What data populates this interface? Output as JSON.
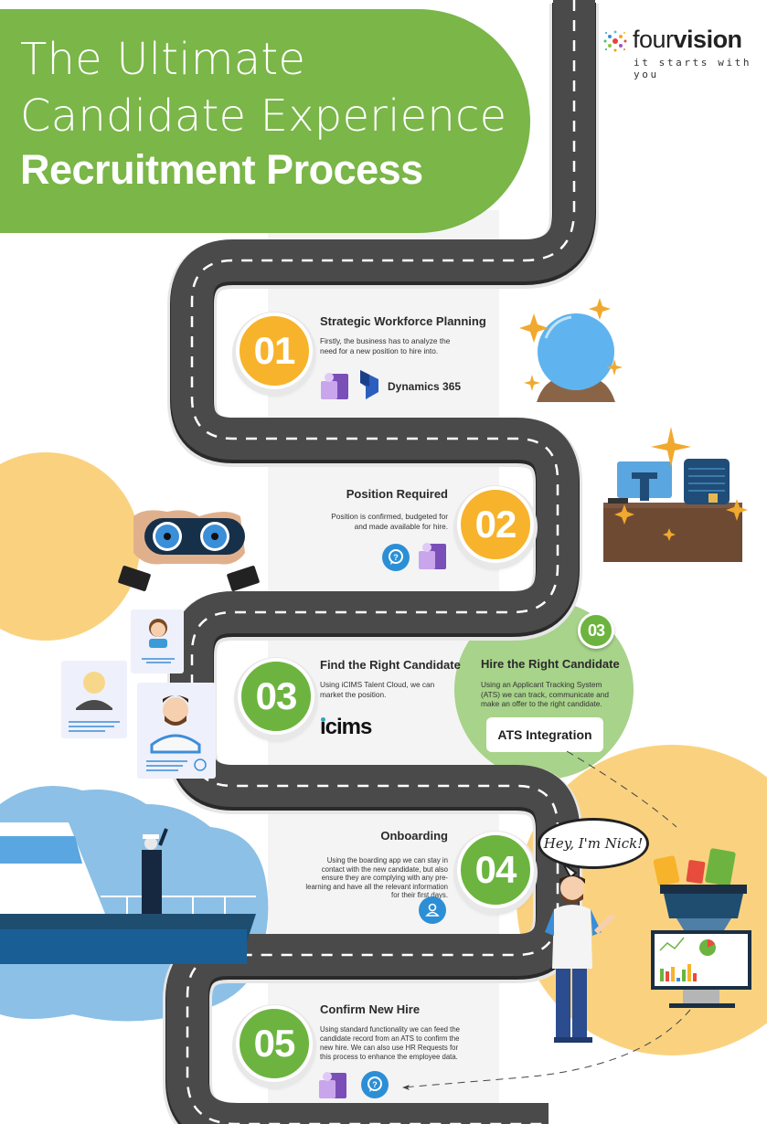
{
  "header": {
    "title_line1": "The Ultimate",
    "title_line2": "Candidate Experience",
    "title_line3": "Recruitment Process"
  },
  "logo": {
    "name_light": "four",
    "name_bold": "vision",
    "tagline": "it starts with you"
  },
  "colors": {
    "brand_green": "#7ab648",
    "step_orange": "#f7b32b",
    "step_green": "#6cb43f",
    "road": "#4a4a4a",
    "accent_yellow": "#fad27f",
    "light_green": "#a8d38a",
    "sky_blue": "#8cc0e6",
    "ship_blue": "#1a5e96"
  },
  "steps": [
    {
      "number": "01",
      "title": "Strategic Workforce Planning",
      "description": "Firstly, the business has to analyze the need for a new position to hire into.",
      "tools": [
        "teams-icon",
        "dynamics-365-icon"
      ],
      "tool_label": "Dynamics 365"
    },
    {
      "number": "02",
      "title": "Position Required",
      "description": "Position is confirmed, budgeted for and made available for hire.",
      "tools": [
        "hr-requests-icon",
        "teams-icon"
      ]
    },
    {
      "number": "03",
      "title": "Find the Right Candidate",
      "description": "Using iCIMS Talent Cloud, we can market the position.",
      "tool_label": "icims"
    },
    {
      "number": "04",
      "title": "Onboarding",
      "description": "Using the boarding app we can stay in contact with the new candidate, but also ensure they are complying with any pre-learning and have all the relevant information for their first days.",
      "tools": [
        "onboarding-app-icon"
      ]
    },
    {
      "number": "05",
      "title": "Confirm New Hire",
      "description": "Using standard functionality we can feed the candidate record from an ATS to confirm the new hire. We can also use HR Requests for this process to enhance the employee data.",
      "tools": [
        "teams-icon",
        "hr-requests-icon"
      ]
    }
  ],
  "side_step": {
    "number": "03",
    "title": "Hire the Right Candidate",
    "description": "Using an Applicant Tracking System (ATS) we can track, communicate and make an offer to the right candidate.",
    "button_label": "ATS Integration"
  },
  "speech_bubble": "Hey, I'm Nick!"
}
